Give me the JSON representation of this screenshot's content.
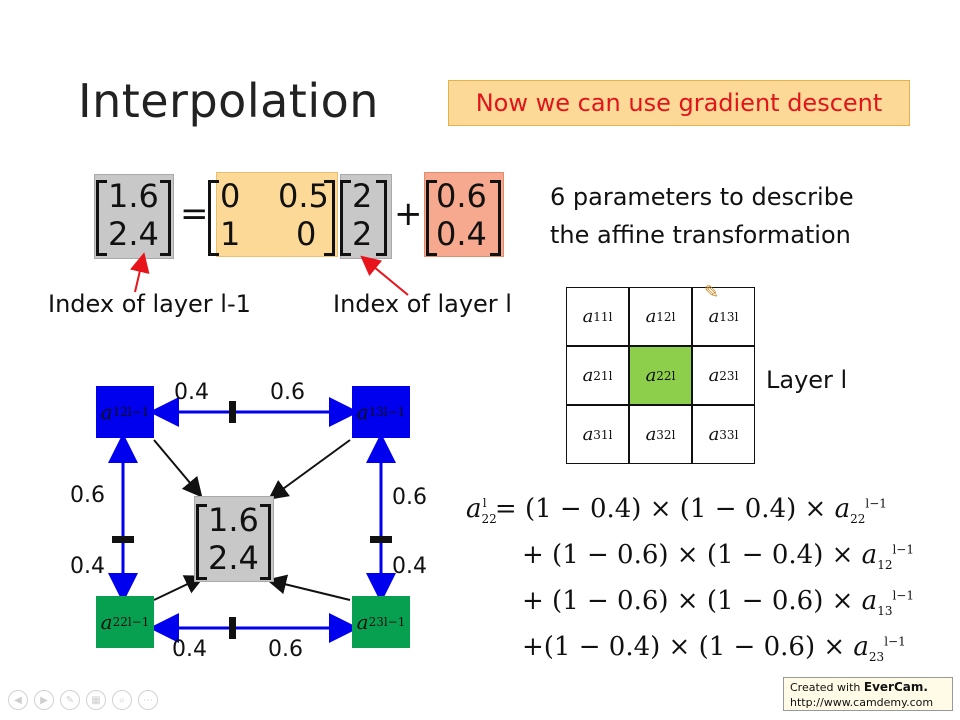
{
  "slide": {
    "title": "Interpolation",
    "banner": "Now we can use gradient descent",
    "params_line1": "6 parameters to describe",
    "params_line2": "the affine transformation",
    "index_prev": "Index of layer l-1",
    "index_cur": "Index of layer l",
    "layer_label": "Layer l"
  },
  "matrix": {
    "lhs": [
      "1.6",
      "2.4"
    ],
    "a": [
      [
        "0",
        "0.5"
      ],
      [
        "1",
        "0"
      ]
    ],
    "x": [
      "2",
      "2"
    ],
    "b": [
      "0.6",
      "0.4"
    ],
    "equals": "=",
    "plus": "+"
  },
  "grid": {
    "cells": [
      [
        "a",
        "l",
        "11"
      ],
      [
        "a",
        "l",
        "12"
      ],
      [
        "a",
        "l",
        "13"
      ],
      [
        "a",
        "l",
        "21"
      ],
      [
        "a",
        "l",
        "22"
      ],
      [
        "a",
        "l",
        "23"
      ],
      [
        "a",
        "l",
        "31"
      ],
      [
        "a",
        "l",
        "32"
      ],
      [
        "a",
        "l",
        "33"
      ]
    ],
    "highlight": "22"
  },
  "diagram": {
    "center": [
      "1.6",
      "2.4"
    ],
    "nodes": {
      "tl": {
        "sym": "a",
        "sup": "l−1",
        "sub": "12"
      },
      "tr": {
        "sym": "a",
        "sup": "l−1",
        "sub": "13"
      },
      "bl": {
        "sym": "a",
        "sup": "l−1",
        "sub": "22"
      },
      "br": {
        "sym": "a",
        "sup": "l−1",
        "sub": "23"
      }
    },
    "edge_labels": {
      "top_left": "0.4",
      "top_right": "0.6",
      "left_top": "0.6",
      "left_bottom": "0.4",
      "right_top": "0.6",
      "right_bottom": "0.4",
      "bottom_left": "0.4",
      "bottom_right": "0.6"
    }
  },
  "equation": {
    "lhs_sym": "a",
    "lhs_sup": "l",
    "lhs_sub": "22",
    "line1": "= (1 − 0.4) × (1 − 0.4) × ",
    "line2": "+ (1 − 0.6) × (1 − 0.4) × ",
    "line3": "+ (1 − 0.6) × (1 − 0.6) × ",
    "line4": "+(1 −  0.4) × (1 − 0.6) × ",
    "t1": {
      "sym": "a",
      "sup": "l−1",
      "sub": "22"
    },
    "t2": {
      "sym": "a",
      "sup": "l−1",
      "sub": "12"
    },
    "t3": {
      "sym": "a",
      "sup": "l−1",
      "sub": "13"
    },
    "t4": {
      "sym": "a",
      "sup": "l−1",
      "sub": "23"
    }
  },
  "footer": {
    "created": "Created with ",
    "brand": "EverCam.",
    "url": "http://www.camdemy.com"
  },
  "colors": {
    "banner_text": "#e2141b",
    "banner_bg": "#fcd997",
    "node_blue": "#0000ee",
    "node_green": "#07a050",
    "cell_highlight": "#8dcf4a",
    "arrow_red": "#e8141b"
  }
}
